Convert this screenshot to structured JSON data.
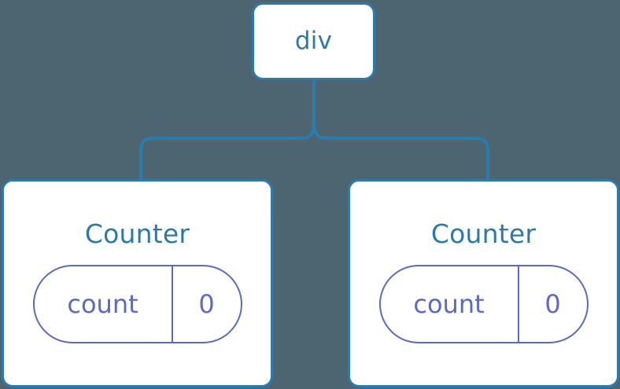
{
  "diagram": {
    "type": "component-tree",
    "background_color": "#4c6571",
    "node_border_color": "#2b7cad",
    "node_fill_color": "#ffffff",
    "node_title_color": "#2d79a8",
    "state_pill_color": "#5c6ac4",
    "connector_color": "#2b7cad"
  },
  "root": {
    "label": "div"
  },
  "children": [
    {
      "label": "Counter",
      "state": {
        "key": "count",
        "value": "0"
      }
    },
    {
      "label": "Counter",
      "state": {
        "key": "count",
        "value": "0"
      }
    }
  ]
}
